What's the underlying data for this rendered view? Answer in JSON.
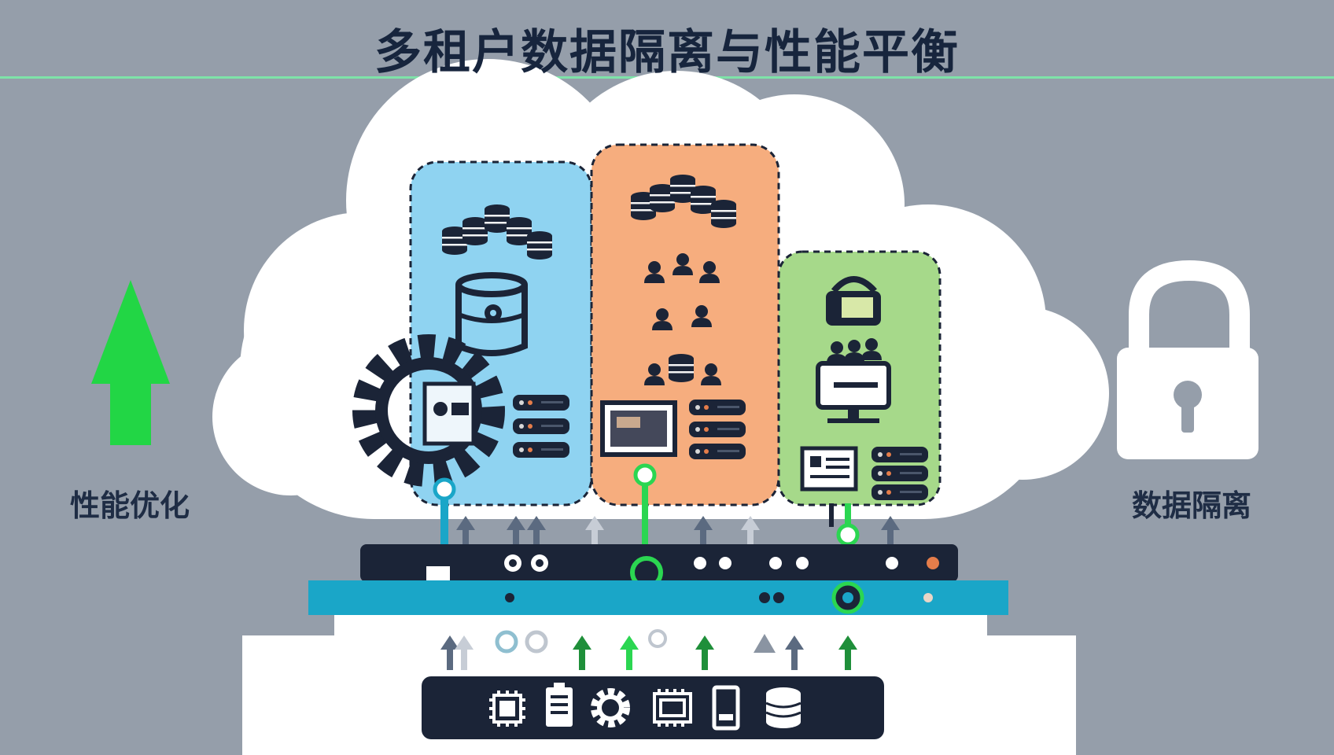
{
  "title": "多租户数据隔离与性能平衡",
  "left_label": "性能优化",
  "right_label": "数据隔离",
  "colors": {
    "background": "#959eaa",
    "title_line": "#7ee3a8",
    "cloud": "#ffffff",
    "tenant_blue": "#8fd3f1",
    "tenant_orange": "#f6ad7e",
    "tenant_green": "#a6d98a",
    "dark": "#1b2437",
    "bus_teal": "#1aa6c8",
    "accent_green": "#2bd651",
    "arrow_gray": "#5b6a80"
  },
  "icons": {
    "performance": "up-arrow-icon",
    "isolation": "padlock-icon",
    "blue_tenant": [
      "database-cluster-icon",
      "database-gear-icon",
      "gear-icon",
      "server-rack-icon"
    ],
    "orange_tenant": [
      "database-cluster-icon",
      "users-group-icon",
      "user-pair-icon",
      "users-database-icon",
      "monitor-icon",
      "server-rack-icon"
    ],
    "green_tenant": [
      "secure-storage-icon",
      "meeting-desk-icon",
      "computer-icon",
      "document-panel-icon",
      "server-rack-icon"
    ],
    "resources": [
      "cpu-icon",
      "battery-icon",
      "gear-icon",
      "chip-icon",
      "mobile-device-icon",
      "database-icon"
    ]
  }
}
